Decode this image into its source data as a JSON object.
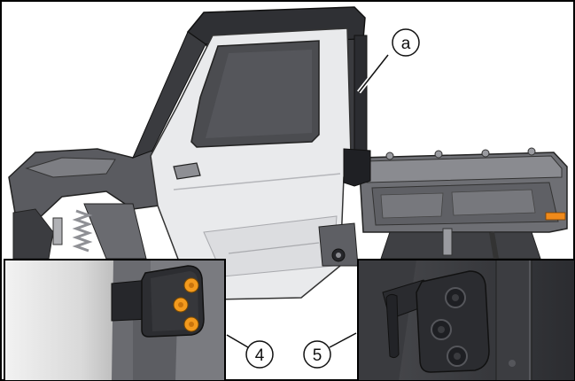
{
  "callouts": {
    "a": "a",
    "four": "4",
    "five": "5"
  },
  "colors": {
    "outline": "#111111",
    "door_panel": "#e9eaec",
    "window_glass": "#4b4c50",
    "body_dark": "#5a5b60",
    "body_mid": "#7d7e83",
    "bed": "#6e6f74",
    "fastener_accent": "#f39a1e",
    "rear_light": "#f08a1a",
    "border": "#000000"
  },
  "icons": [
    "door-hinge-icon",
    "bolt-icon"
  ]
}
